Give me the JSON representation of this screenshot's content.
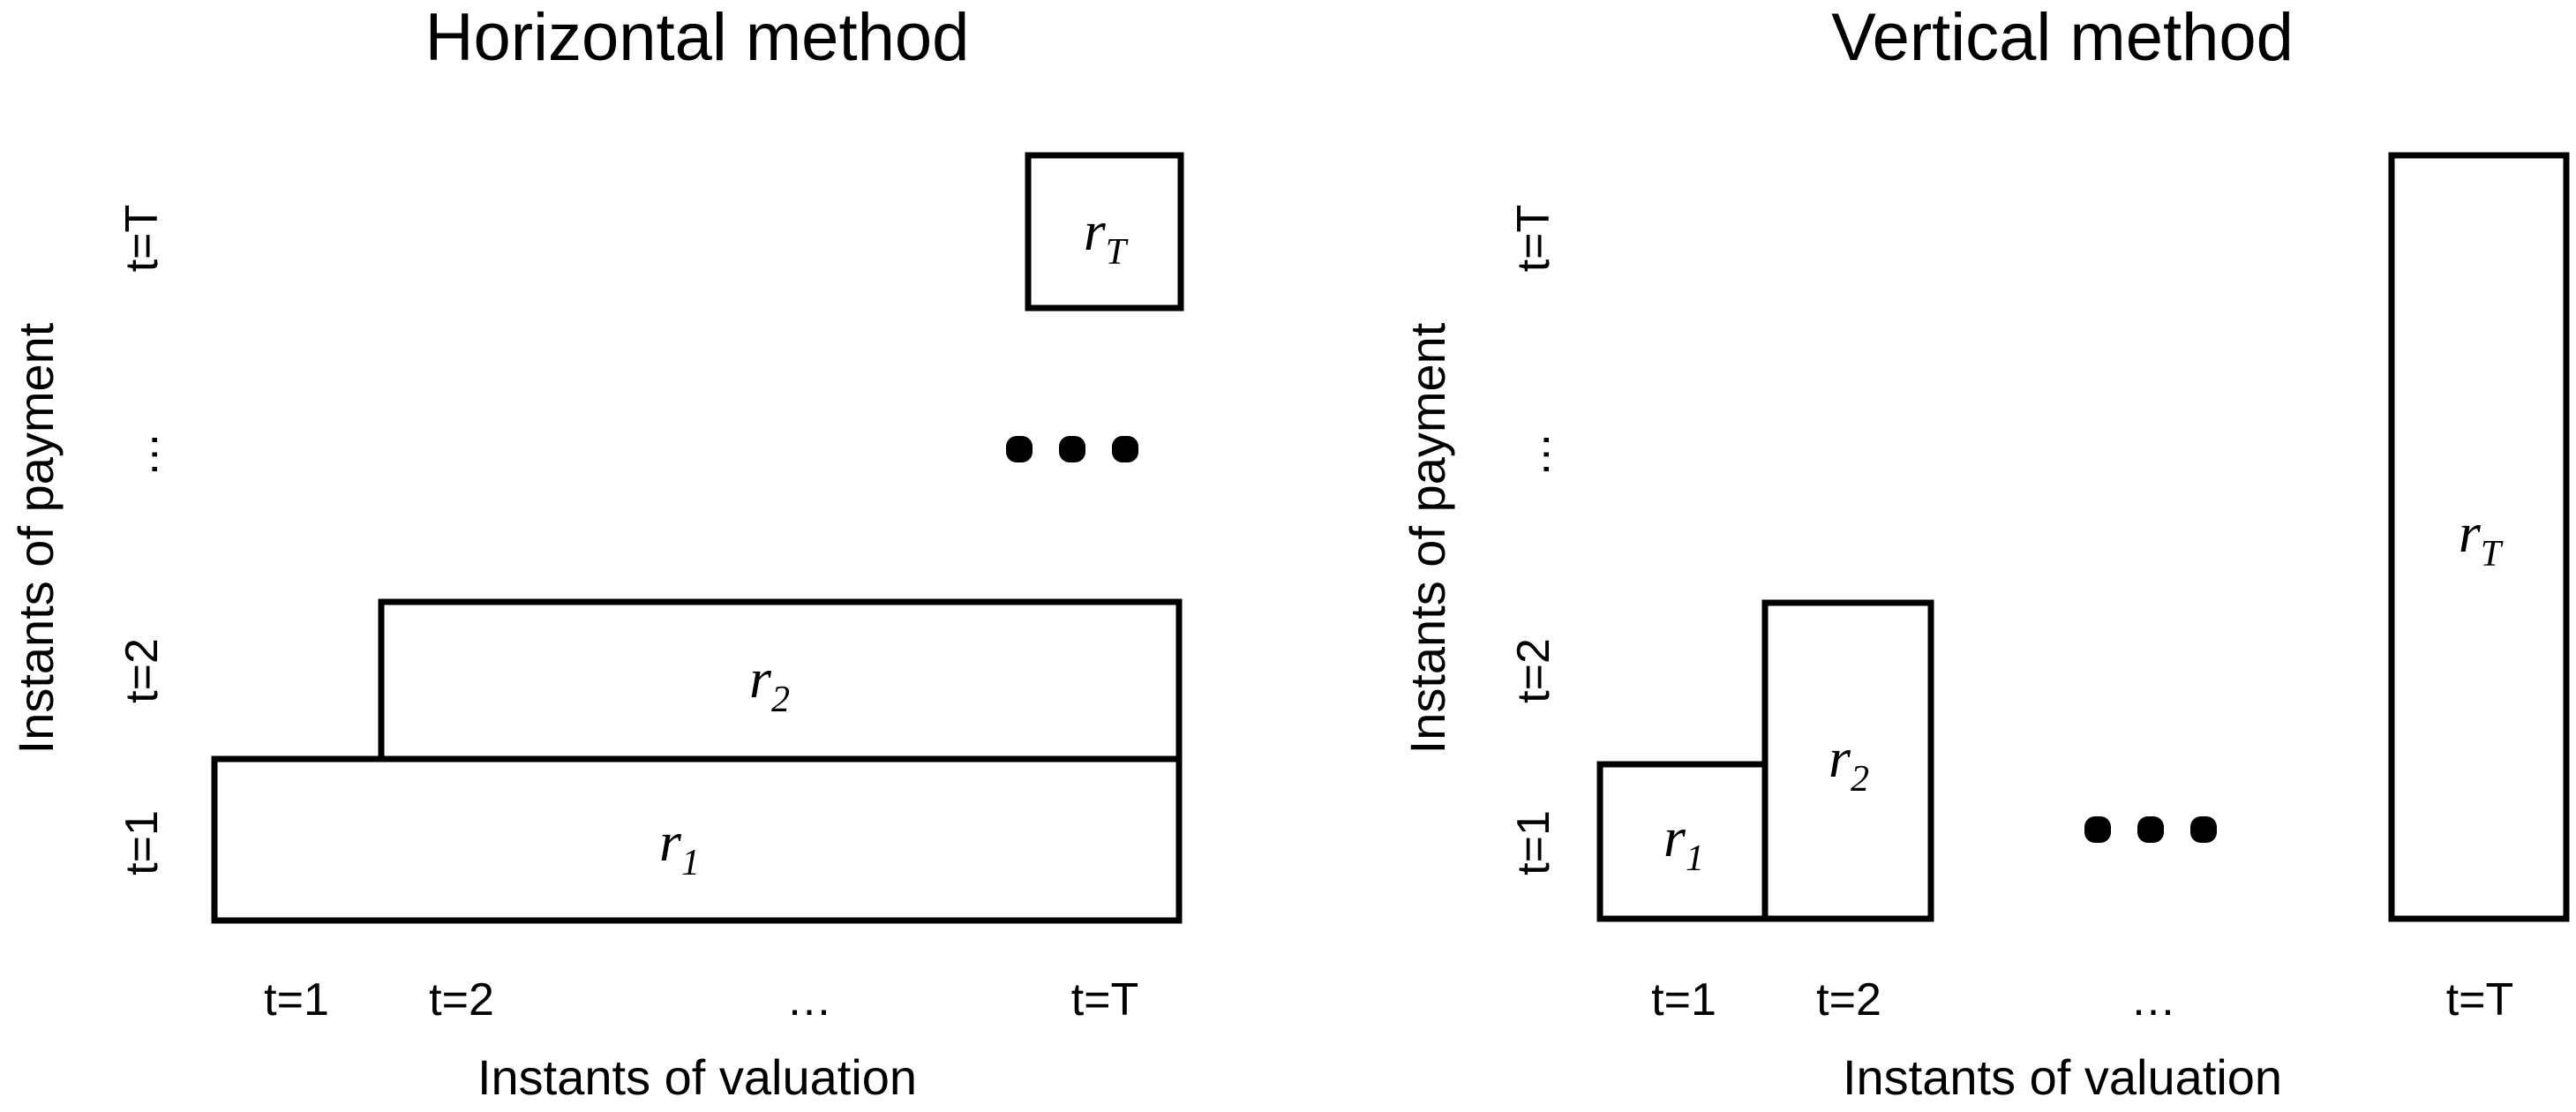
{
  "panels": [
    {
      "title": "Horizontal method",
      "x_axis_title": "Instants of valuation",
      "y_axis_title": "Instants of payment",
      "x_ticks": [
        "t=1",
        "t=2",
        "…",
        "t=T"
      ],
      "y_ticks": [
        "t=1",
        "t=2",
        "…",
        "t=T"
      ],
      "boxes": [
        {
          "symbol": "r",
          "subscript": "1"
        },
        {
          "symbol": "r",
          "subscript": "2"
        },
        {
          "symbol": "r",
          "subscript": "T"
        }
      ]
    },
    {
      "title": "Vertical method",
      "x_axis_title": "Instants of valuation",
      "y_axis_title": "Instants of payment",
      "x_ticks": [
        "t=1",
        "t=2",
        "…",
        "t=T"
      ],
      "y_ticks": [
        "t=1",
        "t=2",
        "…",
        "t=T"
      ],
      "boxes": [
        {
          "symbol": "r",
          "subscript": "1"
        },
        {
          "symbol": "r",
          "subscript": "2"
        },
        {
          "symbol": "r",
          "subscript": "T"
        }
      ]
    }
  ],
  "colors": {
    "stroke": "#000000",
    "fill": "#ffffff"
  }
}
